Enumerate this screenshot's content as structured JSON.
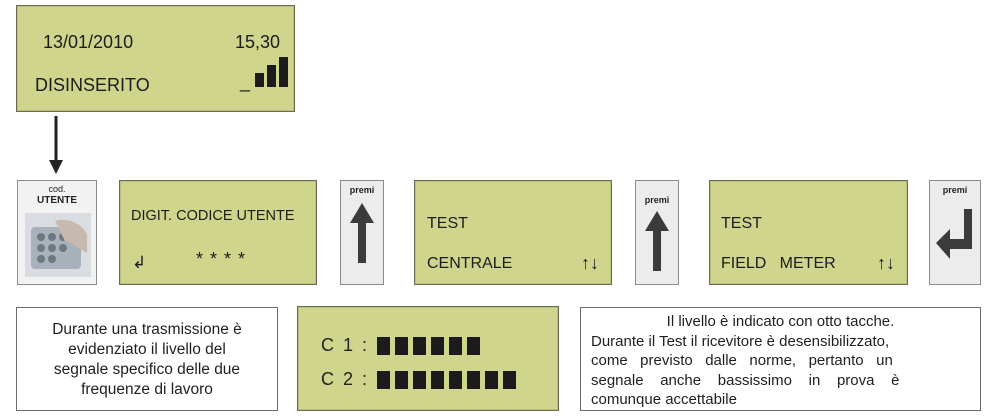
{
  "main_display": {
    "date": "13/01/2010",
    "time": "15,30",
    "status": "DISINSERITO",
    "signal_dash": "_"
  },
  "user_key": {
    "label_top": "cod.",
    "label_main": "UTENTE"
  },
  "code_display": {
    "line1": "DIGIT. CODICE UTENTE",
    "enter_glyph": "↲",
    "mask": "*   *   *   *"
  },
  "premi_keys": [
    {
      "label": "premi"
    },
    {
      "label": "premi"
    },
    {
      "label": "premi"
    }
  ],
  "test_centrale": {
    "line1": "TEST",
    "line2": "CENTRALE",
    "arrows": "↑↓"
  },
  "test_field": {
    "line1": "TEST",
    "line2": "FIELD   METER",
    "arrows": "↑↓"
  },
  "note_left": {
    "lines": [
      "Durante una trasmissione è",
      "evidenziato il livello del",
      "segnale specifico delle due",
      "frequenze di lavoro"
    ]
  },
  "levels_display": {
    "c1_label": "C 1 :",
    "c1_notches": 6,
    "c2_label": "C 2 :",
    "c2_notches": 8
  },
  "note_right": {
    "title": "Il livello è indicato con otto tacche.",
    "lines": [
      "Durante il Test il ricevitore è desensibilizzato,",
      "come   previsto   dalle   norme,   pertanto   un",
      "segnale    anche    bassissimo    in    prova    è",
      "comunque accettabile"
    ]
  }
}
